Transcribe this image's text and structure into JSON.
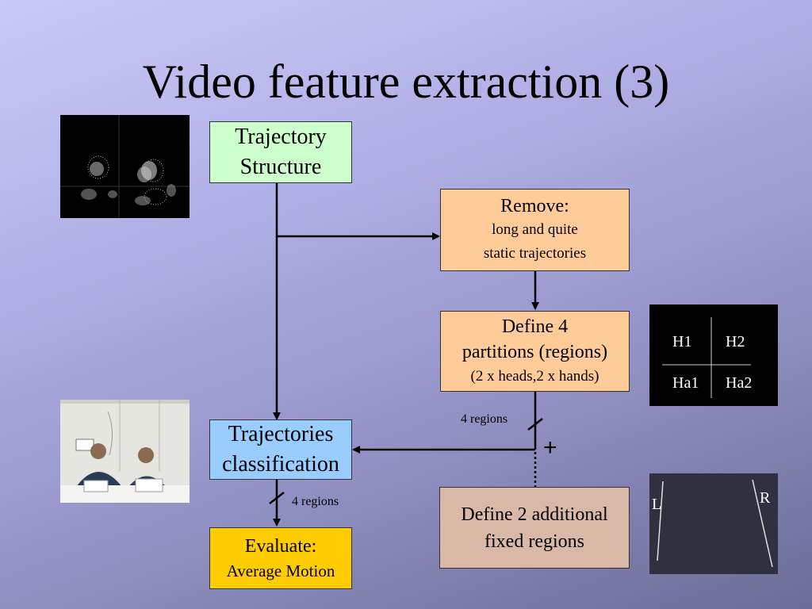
{
  "slide": {
    "title": "Video feature extraction (3)"
  },
  "boxes": {
    "trajectory_structure": [
      "Trajectory",
      "Structure"
    ],
    "remove": [
      "Remove:",
      "long and quite",
      "static trajectories"
    ],
    "define4": [
      "Define 4",
      "partitions (regions)",
      "(2 x heads,2 x hands)"
    ],
    "classification": [
      "Trajectories",
      "classification"
    ],
    "evaluate": [
      "Evaluate:",
      "Average Motion"
    ],
    "define2": [
      "Define 2 additional",
      "fixed regions"
    ]
  },
  "labels": {
    "regions_right": "4 regions",
    "regions_left": "4 regions",
    "plus": "+"
  },
  "partition_panel": {
    "h1": "H1",
    "h2": "H2",
    "ha1": "Ha1",
    "ha2": "Ha2"
  },
  "fixed_panel": {
    "left": "L",
    "right": "R"
  },
  "colors": {
    "green": "#ccffcc",
    "orange": "#ffcc99",
    "blue": "#99ccff",
    "yellow": "#ffcc00",
    "brown": "#d9b8a8"
  }
}
